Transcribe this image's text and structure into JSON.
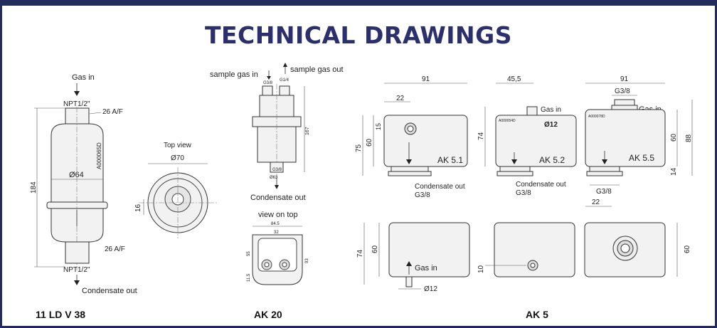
{
  "header": {
    "title": "TECHNICAL DRAWINGS"
  },
  "ld": {
    "gas_in": "Gas in",
    "npt_top": "NPT1/2\"",
    "af_top": "26 A/F",
    "code": "A000065D",
    "dia": "Ø64",
    "height": "184",
    "af_bottom": "26 A/F",
    "npt_bottom": "NPT1/2\"",
    "condensate_out": "Condensate out",
    "top_view": "Top view",
    "dia70": "Ø70",
    "dim16": "16",
    "model": "11 LD V 38"
  },
  "ak20": {
    "sample_in": "sample gas in",
    "sample_out": "sample gas out",
    "g38": "G3/8",
    "g14": "G1/4",
    "height": "167",
    "dia63": "Ø63",
    "g38_bottom": "G3/8",
    "condensate_out": "Condensate out",
    "view_on_top": "view on top",
    "w845": "84.5",
    "w32": "32",
    "h55": "55",
    "h93": "93",
    "h115": "11.5",
    "model": "AK 20"
  },
  "ak5": {
    "ak51": {
      "label": "AK 5.1",
      "w91": "91",
      "w22": "22",
      "h15": "15",
      "h60": "60",
      "h75": "75",
      "cond": "Condensate out",
      "g": "G3/8"
    },
    "ak52": {
      "label": "AK 5.2",
      "w455": "45,5",
      "gas_in": "Gas in",
      "code": "A000054D",
      "dia12": "Ø12",
      "h74": "74",
      "cond": "Condensate out",
      "g": "G3/8"
    },
    "ak55": {
      "label": "AK 5.5",
      "w91": "91",
      "g38": "G3/8",
      "gas_in": "Gas in",
      "code": "A000078D",
      "h60": "60",
      "h88": "88",
      "h14": "14",
      "g_bottom": "G3/8",
      "w22": "22"
    },
    "lower": {
      "h74": "74",
      "h60": "60",
      "gas_in": "Gas in",
      "dia12": "Ø12",
      "h10": "10",
      "h60b": "60"
    },
    "model": "AK 5"
  }
}
